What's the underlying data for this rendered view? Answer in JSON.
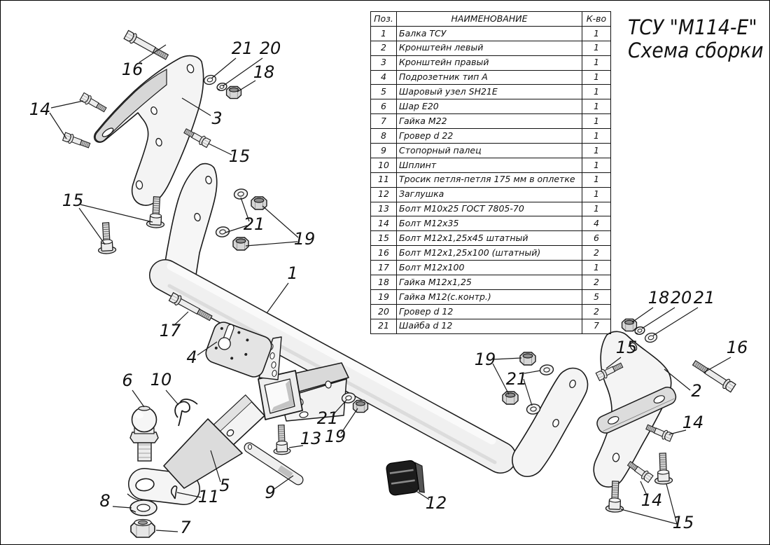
{
  "title": {
    "line1": "ТСУ \"М114-Е\"",
    "line2": "Схема сборки"
  },
  "table": {
    "headers": {
      "pos": "Поз.",
      "name": "НАИМЕНОВАНИЕ",
      "qty": "К-во"
    },
    "rows": [
      {
        "pos": "1",
        "name": "Балка ТСУ",
        "qty": "1"
      },
      {
        "pos": "2",
        "name": "Кронштейн левый",
        "qty": "1"
      },
      {
        "pos": "3",
        "name": "Кронштейн правый",
        "qty": "1"
      },
      {
        "pos": "4",
        "name": "Подрозетник тип А",
        "qty": "1"
      },
      {
        "pos": "5",
        "name": "Шаровый узел SH21E",
        "qty": "1"
      },
      {
        "pos": "6",
        "name": "Шар Е20",
        "qty": "1"
      },
      {
        "pos": "7",
        "name": "Гайка М22",
        "qty": "1"
      },
      {
        "pos": "8",
        "name": "Гровер d 22",
        "qty": "1"
      },
      {
        "pos": "9",
        "name": "Стопорный палец",
        "qty": "1"
      },
      {
        "pos": "10",
        "name": "Шплинт",
        "qty": "1"
      },
      {
        "pos": "11",
        "name": "Тросик петля-петля 175 мм в оплетке",
        "qty": "1"
      },
      {
        "pos": "12",
        "name": "Заглушка",
        "qty": "1"
      },
      {
        "pos": "13",
        "name": "Болт М10х25 ГОСТ 7805-70",
        "qty": "1"
      },
      {
        "pos": "14",
        "name": "Болт М12х35",
        "qty": "4"
      },
      {
        "pos": "15",
        "name": "Болт М12х1,25х45 штатный",
        "qty": "6"
      },
      {
        "pos": "16",
        "name": "Болт М12х1,25х100 (штатный)",
        "qty": "2"
      },
      {
        "pos": "17",
        "name": "Болт М12х100",
        "qty": "1"
      },
      {
        "pos": "18",
        "name": "Гайка М12х1,25",
        "qty": "2"
      },
      {
        "pos": "19",
        "name": "Гайка М12(с.контр.)",
        "qty": "5"
      },
      {
        "pos": "20",
        "name": "Гровер d 12",
        "qty": "2"
      },
      {
        "pos": "21",
        "name": "Шайба d 12",
        "qty": "7"
      }
    ]
  },
  "callouts": [
    {
      "label": "16"
    },
    {
      "label": "21"
    },
    {
      "label": "20"
    },
    {
      "label": "18"
    },
    {
      "label": "3"
    },
    {
      "label": "14"
    },
    {
      "label": "15"
    },
    {
      "label": "15"
    },
    {
      "label": "21"
    },
    {
      "label": "19"
    },
    {
      "label": "1"
    },
    {
      "label": "17"
    },
    {
      "label": "4"
    },
    {
      "label": "6"
    },
    {
      "label": "10"
    },
    {
      "label": "5"
    },
    {
      "label": "9"
    },
    {
      "label": "8"
    },
    {
      "label": "11"
    },
    {
      "label": "7"
    },
    {
      "label": "13"
    },
    {
      "label": "21"
    },
    {
      "label": "19"
    },
    {
      "label": "12"
    },
    {
      "label": "19"
    },
    {
      "label": "21"
    },
    {
      "label": "18"
    },
    {
      "label": "20"
    },
    {
      "label": "21"
    },
    {
      "label": "15"
    },
    {
      "label": "16"
    },
    {
      "label": "2"
    },
    {
      "label": "14"
    },
    {
      "label": "14"
    },
    {
      "label": "15"
    }
  ],
  "colors": {
    "line": "#1a1a1a",
    "fill_light": "#f4f4f4",
    "fill_shade": "#d9d9d9",
    "plug": "#1c1c1c"
  }
}
